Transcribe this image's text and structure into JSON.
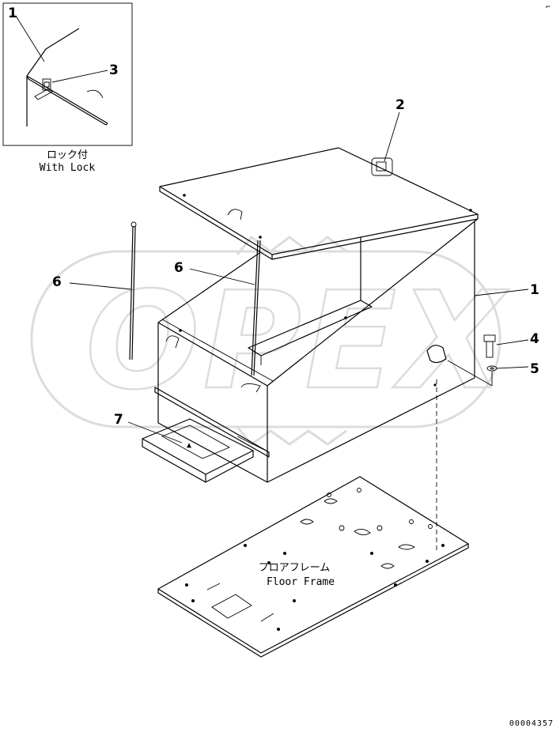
{
  "inset": {
    "callouts": [
      "1",
      "3"
    ],
    "caption_jp": "ロック付",
    "caption_en": "With Lock"
  },
  "callouts": [
    "1",
    "2",
    "4",
    "5",
    "6",
    "6",
    "7"
  ],
  "floor": {
    "label_jp": "フロアフレーム",
    "label_en": "Floor Frame"
  },
  "watermark": "OPEX",
  "corner_mark": "⌐",
  "drawing_number": "00004357"
}
